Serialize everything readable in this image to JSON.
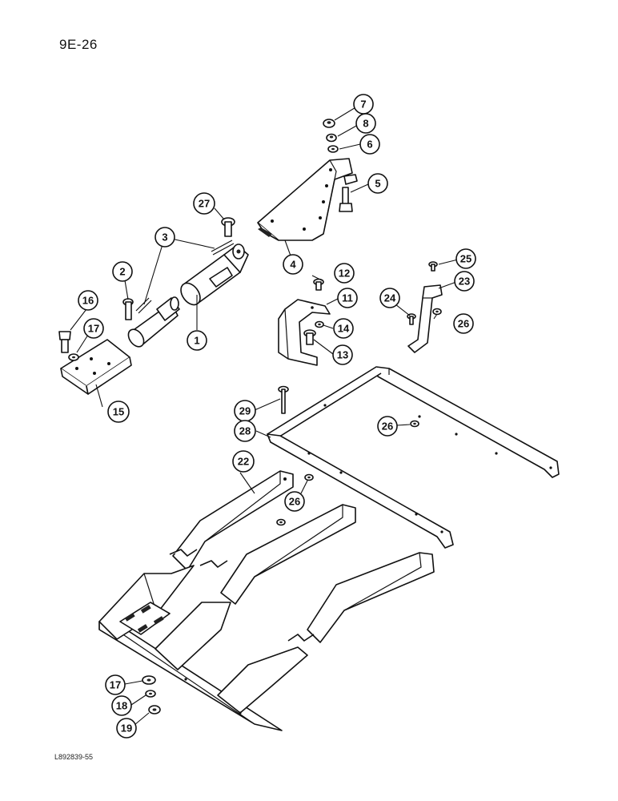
{
  "page": {
    "code": "9E-26",
    "ref": "L892839-55"
  },
  "callouts": [
    {
      "id": "c7",
      "label": "7"
    },
    {
      "id": "c8",
      "label": "8"
    },
    {
      "id": "c6",
      "label": "6"
    },
    {
      "id": "c5",
      "label": "5"
    },
    {
      "id": "c4",
      "label": "4"
    },
    {
      "id": "c27",
      "label": "27"
    },
    {
      "id": "c3",
      "label": "3"
    },
    {
      "id": "c2",
      "label": "2"
    },
    {
      "id": "c1",
      "label": "1"
    },
    {
      "id": "c16",
      "label": "16"
    },
    {
      "id": "c17a",
      "label": "17"
    },
    {
      "id": "c15",
      "label": "15"
    },
    {
      "id": "c12",
      "label": "12"
    },
    {
      "id": "c11",
      "label": "11"
    },
    {
      "id": "c14",
      "label": "14"
    },
    {
      "id": "c13",
      "label": "13"
    },
    {
      "id": "c25",
      "label": "25"
    },
    {
      "id": "c23",
      "label": "23"
    },
    {
      "id": "c24",
      "label": "24"
    },
    {
      "id": "c26a",
      "label": "26"
    },
    {
      "id": "c29",
      "label": "29"
    },
    {
      "id": "c28",
      "label": "28"
    },
    {
      "id": "c26b",
      "label": "26"
    },
    {
      "id": "c22",
      "label": "22"
    },
    {
      "id": "c26c",
      "label": "26"
    },
    {
      "id": "c17b",
      "label": "17"
    },
    {
      "id": "c18",
      "label": "18"
    },
    {
      "id": "c19",
      "label": "19"
    }
  ]
}
